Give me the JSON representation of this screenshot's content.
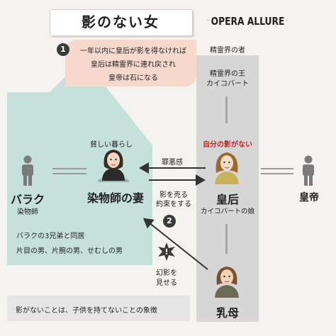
{
  "title": "影のない女",
  "brand": "OPERA ALLURE",
  "note": {
    "number": "1",
    "lines": [
      "一年以内に皇后が影を得なければ",
      "皇后は精霊界に連れ戻され",
      "皇帝は石になる"
    ]
  },
  "spirit_world": {
    "label": "精霊界の者",
    "king_lines": [
      "精霊界の王",
      "カイコバート"
    ]
  },
  "barak": {
    "name": "バラク",
    "role": "染物師"
  },
  "wife": {
    "caption": "貧しい暮らし",
    "name": "染物師の妻"
  },
  "house_notes": [
    "バラクの3兄弟と同居",
    "片目の男、片腕の男、せむしの男"
  ],
  "empress": {
    "caption": "自分の影がない",
    "name": "皇后",
    "subtitle": "カイコバートの娘"
  },
  "emperor": {
    "name": "皇帝"
  },
  "nurse": {
    "name": "乳母"
  },
  "arrows": {
    "guilt": "罪悪感",
    "promise_lines": [
      "影を売る",
      "約束をする"
    ],
    "number2": "2",
    "phantom_lines": [
      "幻影を",
      "見せる"
    ]
  },
  "footer": "影がないことは、子供を持てないことの象徴",
  "colors": {
    "house": "#c6e0dc",
    "column": "#d6d6d6",
    "note": "#f6d8cc",
    "accent_red": "#c0281d"
  }
}
